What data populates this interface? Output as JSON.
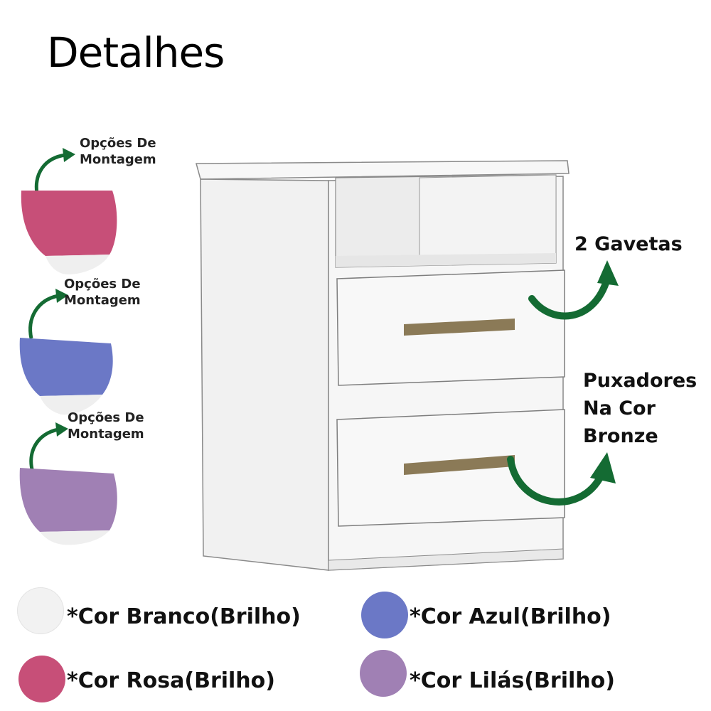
{
  "header": {
    "title": "Detalhes"
  },
  "assembly_options": [
    {
      "label_line1": "Opções De",
      "label_line2": "Montagem",
      "color": "#c74f78"
    },
    {
      "label_line1": "Opções De",
      "label_line2": "Montagem",
      "color": "#6b78c6"
    },
    {
      "label_line1": "Opções De",
      "label_line2": "Montagem",
      "color": "#a080b4"
    }
  ],
  "callouts": {
    "drawers": "2 Gavetas",
    "handles_line1": "Puxadores",
    "handles_line2": "Na Cor",
    "handles_line3": "Bronze"
  },
  "colors": {
    "arrow": "#146b33",
    "handle_bronze": "#8b7a57",
    "furniture": "#f4f4f4"
  },
  "legend": [
    {
      "label": "*Cor Branco(Brilho)",
      "color": "#f2f2f2"
    },
    {
      "label": "*Cor Azul(Brilho)",
      "color": "#6b78c6"
    },
    {
      "label": "*Cor Rosa(Brilho)",
      "color": "#c74f78"
    },
    {
      "label": "*Cor Lilás(Brilho)",
      "color": "#a080b4"
    }
  ]
}
